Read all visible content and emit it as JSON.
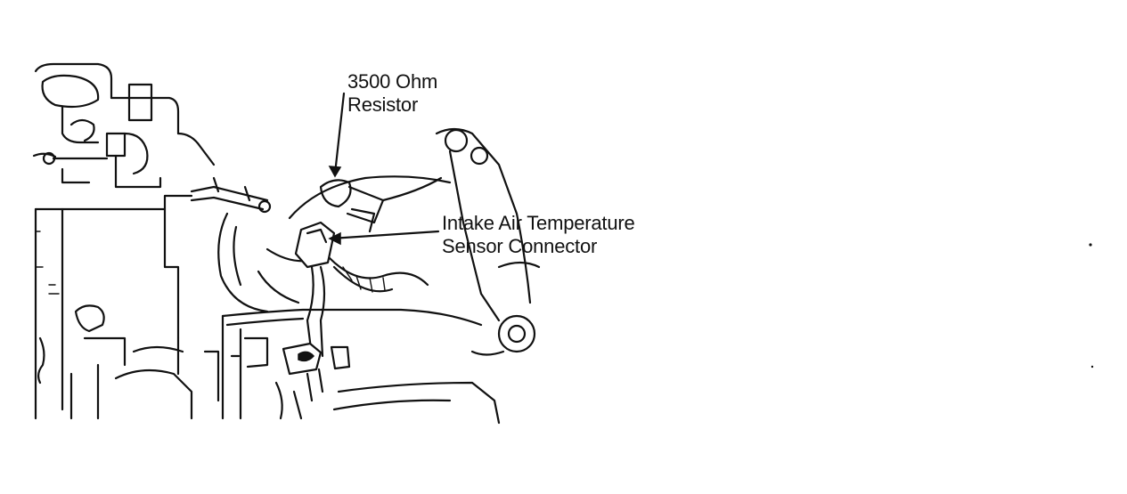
{
  "labels": {
    "resistor": {
      "line1": "3500 Ohm",
      "line2": "Resistor"
    },
    "iat_connector": {
      "line1": "Intake Air Temperature",
      "line2": "Sensor Connector"
    }
  }
}
